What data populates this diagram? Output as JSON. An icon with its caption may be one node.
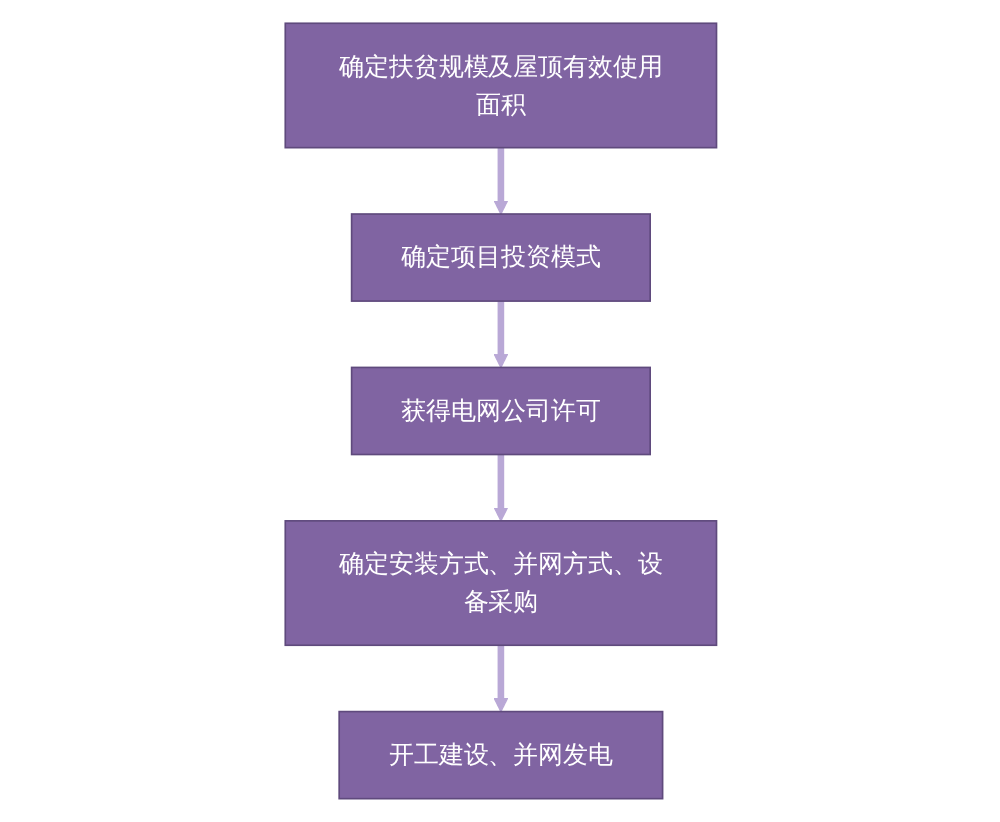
{
  "diagram": {
    "nodes": [
      {
        "text": [
          "确定扶贫规模及屋顶有效使用面积"
        ]
      },
      {
        "text": [
          "确定项目投资模式"
        ]
      },
      {
        "text": [
          "获得电网公司许可"
        ]
      },
      {
        "text": [
          "确定安装方式、并网方式、设备采购"
        ]
      },
      {
        "text": [
          "开工建设、并网发电"
        ]
      }
    ],
    "edges": [
      {
        "from": 0,
        "to": 1,
        "arrow": "to"
      },
      {
        "from": 1,
        "to": 2,
        "arrow": "to"
      },
      {
        "from": 2,
        "to": 3,
        "arrow": "to"
      },
      {
        "from": 3,
        "to": 4,
        "arrow": "to"
      }
    ]
  }
}
